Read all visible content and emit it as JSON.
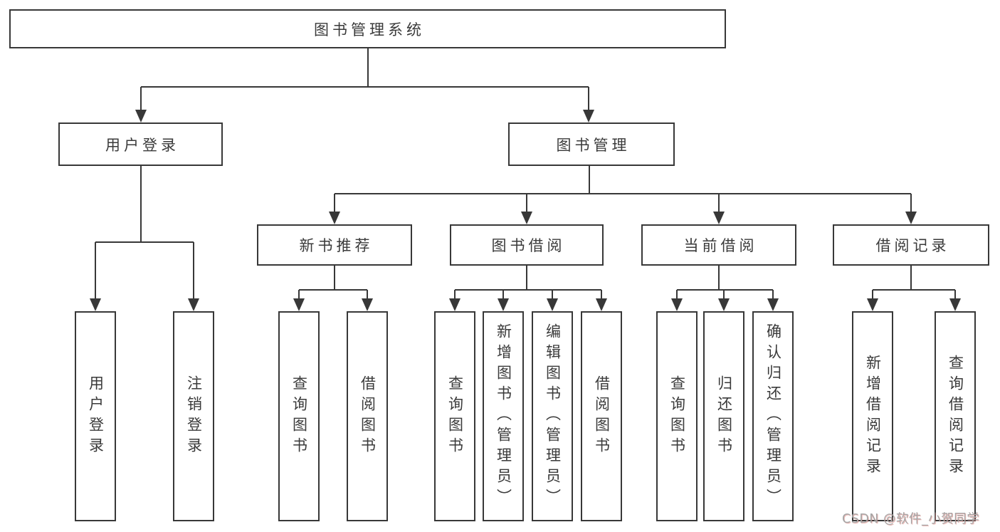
{
  "diagram": {
    "type": "tree",
    "root": {
      "label": "图书管理系统"
    },
    "level2": [
      {
        "id": "user-login",
        "label": "用户登录",
        "parent": "图书管理系统"
      },
      {
        "id": "book-management",
        "label": "图书管理",
        "parent": "图书管理系统"
      }
    ],
    "level3": [
      {
        "id": "new-book-recommendation",
        "label": "新书推荐",
        "parent": "图书管理"
      },
      {
        "id": "book-borrowing",
        "label": "图书借阅",
        "parent": "图书管理"
      },
      {
        "id": "current-borrowing",
        "label": "当前借阅",
        "parent": "图书管理"
      },
      {
        "id": "borrowing-records",
        "label": "借阅记录",
        "parent": "图书管理"
      }
    ],
    "level4": [
      {
        "label": "用户登录",
        "parent": "用户登录"
      },
      {
        "label": "注销登录",
        "parent": "用户登录"
      },
      {
        "label": "查询图书",
        "parent": "新书推荐"
      },
      {
        "label": "借阅图书",
        "parent": "新书推荐"
      },
      {
        "label": "查询图书",
        "parent": "图书借阅"
      },
      {
        "label": "新增图书（管理员）",
        "parent": "图书借阅"
      },
      {
        "label": "编辑图书（管理员）",
        "parent": "图书借阅"
      },
      {
        "label": "借阅图书",
        "parent": "图书借阅"
      },
      {
        "label": "查询图书",
        "parent": "当前借阅"
      },
      {
        "label": "归还图书",
        "parent": "当前借阅"
      },
      {
        "label": "确认归还（管理员）",
        "parent": "当前借阅"
      },
      {
        "label": "新增借阅记录",
        "parent": "借阅记录"
      },
      {
        "label": "查询借阅记录",
        "parent": "借阅记录"
      }
    ]
  },
  "watermark": {
    "text": "CSDN @软件_小贺同学"
  },
  "colors": {
    "line": "#383838",
    "text": "#3a3a3a",
    "background": "#ffffff",
    "box_fill": "#ffffff",
    "watermark": "#a6a6a6"
  }
}
